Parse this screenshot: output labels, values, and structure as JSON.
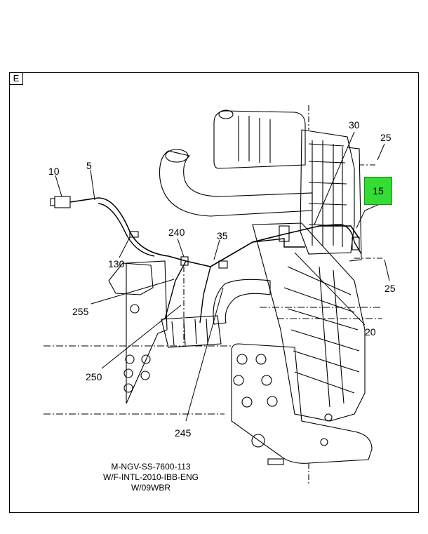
{
  "view_tag": "E",
  "callouts": {
    "c10": "10",
    "c5": "5",
    "c30": "30",
    "c25a": "25",
    "c15": "15",
    "c240": "240",
    "c35": "35",
    "c130": "130",
    "c255": "255",
    "c20": "20",
    "c25b": "25",
    "c250": "250",
    "c245": "245"
  },
  "highlight_color": "#33dd33",
  "doc_ref": {
    "line1": "M-NGV-SS-7600-113",
    "line2": "W/F-INTL-2010-IBB-ENG",
    "line3": "W/09WBR"
  }
}
